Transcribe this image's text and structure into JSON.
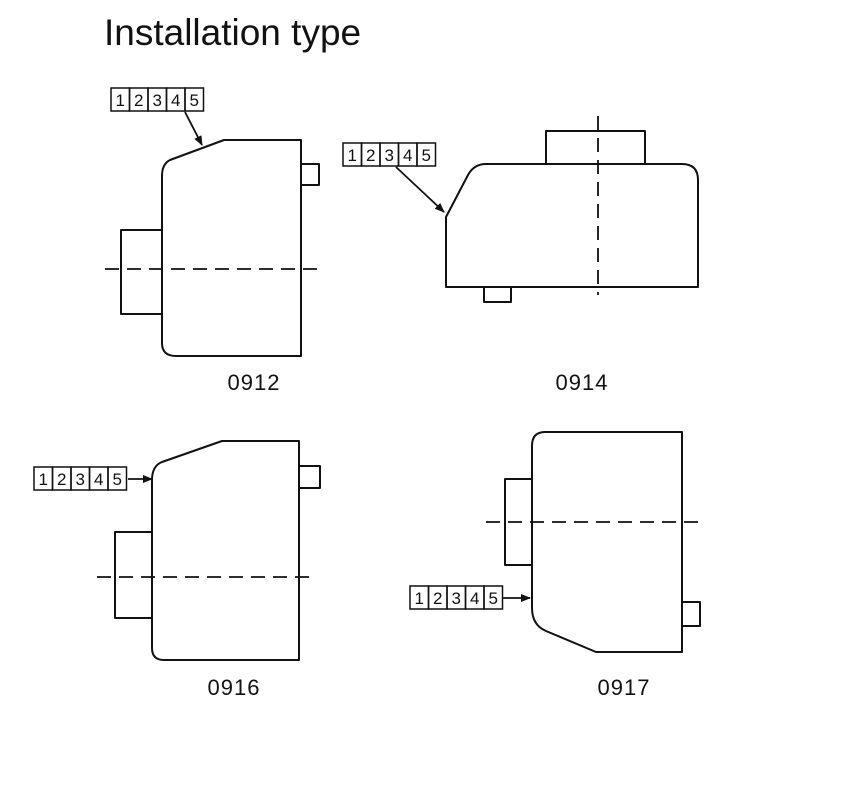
{
  "title": "Installation type",
  "label_digits": [
    "1",
    "2",
    "3",
    "4",
    "5"
  ],
  "variants": [
    {
      "code": "0912"
    },
    {
      "code": "0914"
    },
    {
      "code": "0916"
    },
    {
      "code": "0917"
    }
  ],
  "colors": {
    "line": "#111111",
    "background": "#ffffff"
  }
}
